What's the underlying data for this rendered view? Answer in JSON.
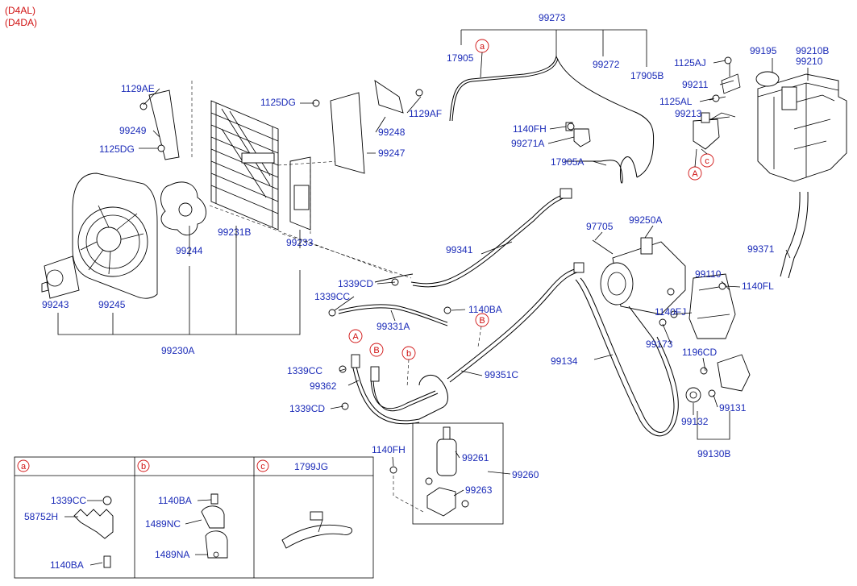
{
  "header": {
    "variants": [
      "(D4AL)",
      "(D4DA)"
    ]
  },
  "part_labels": [
    "99273",
    "17905",
    "99272",
    "17905B",
    "1125AJ",
    "99195",
    "99210B",
    "99210",
    "99211",
    "1125AL",
    "99213",
    "1129AE",
    "99249",
    "1125DG",
    "1125DG",
    "1129AF",
    "99248",
    "99247",
    "1140FH",
    "99271A",
    "17905A",
    "99231B",
    "99233",
    "99244",
    "99243",
    "99245",
    "99230A",
    "99341",
    "97705",
    "99250A",
    "99371",
    "1339CD",
    "1339CC",
    "99331A",
    "1140BA",
    "99110",
    "1140FL",
    "1140FJ",
    "99173",
    "99134",
    "1196CD",
    "99131",
    "99132",
    "99130B",
    "1339CC",
    "99362",
    "99351C",
    "1339CD",
    "1140FH",
    "99261",
    "99260",
    "99263"
  ],
  "ref_markers": [
    "a",
    "A",
    "B",
    "b",
    "c",
    "A",
    "B"
  ],
  "legend": {
    "panels": [
      {
        "key": "a",
        "header_text": "",
        "labels": [
          "1339CC",
          "58752H",
          "1140BA"
        ]
      },
      {
        "key": "b",
        "header_text": "",
        "labels": [
          "1140BA",
          "1489NC",
          "1489NA"
        ]
      },
      {
        "key": "c",
        "header_text": "1799JG",
        "labels": []
      }
    ]
  },
  "colors": {
    "label": "#1b2bb8",
    "reference": "#d01010",
    "line": "#000000"
  }
}
